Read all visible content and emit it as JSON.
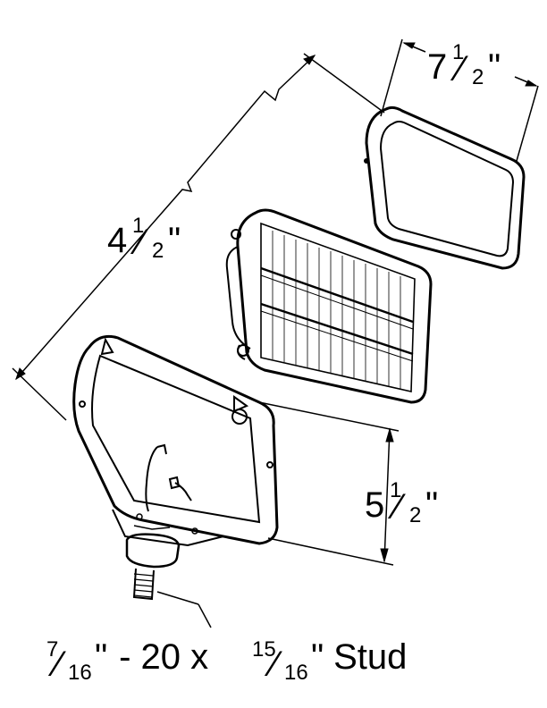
{
  "dimensions": {
    "width": {
      "whole": "7",
      "num": "1",
      "den": "2",
      "mark": "\""
    },
    "depth": {
      "whole": "4",
      "num": "1",
      "den": "2",
      "mark": "\""
    },
    "height": {
      "whole": "5",
      "num": "1",
      "den": "2",
      "mark": "\""
    }
  },
  "stud_label": {
    "a_num": "7",
    "a_den": "16",
    "a_mark": "\"",
    "middle": " - 20 x ",
    "b_num": "15",
    "b_den": "16",
    "b_mark": "\"",
    "suffix": " Stud"
  },
  "colors": {
    "line": "#000000",
    "background": "#ffffff"
  }
}
